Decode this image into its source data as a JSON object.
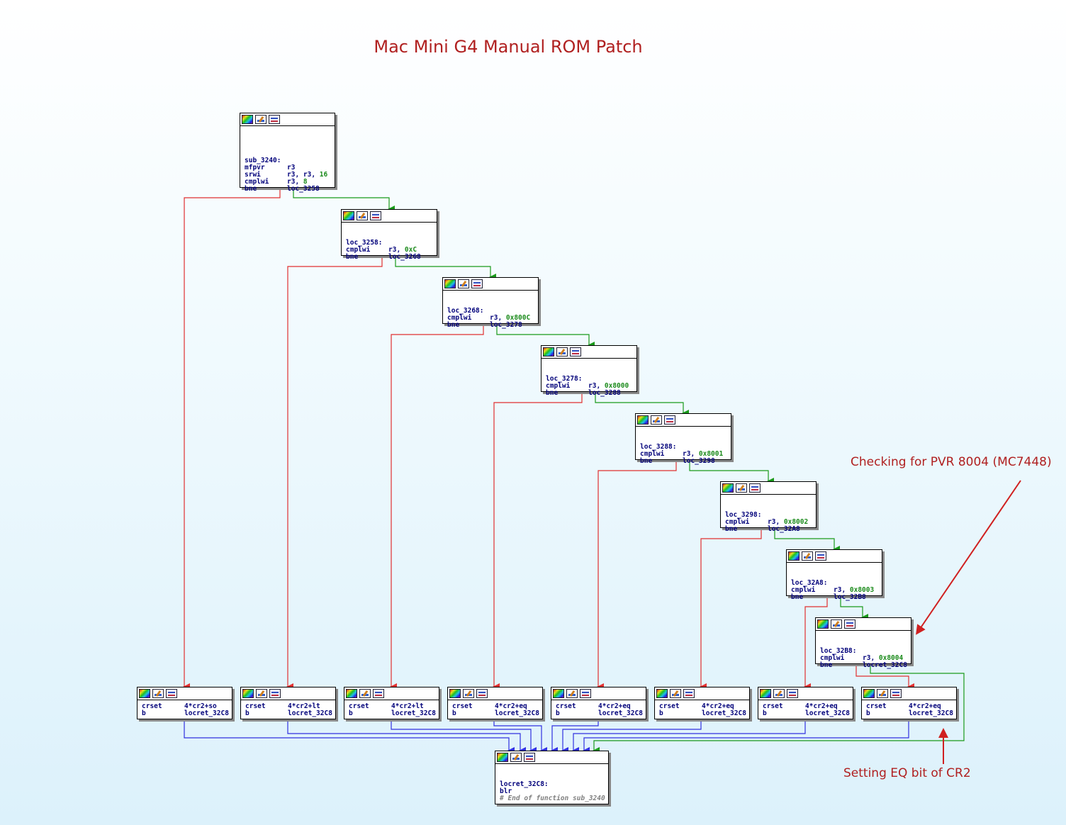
{
  "title": "Mac Mini G4 Manual ROM Patch",
  "annotations": {
    "pvr_check": "Checking for PVR 8004 (MC7448)",
    "eq_bit": "Setting EQ bit of CR2"
  },
  "colors": {
    "false_edge": "#e03030",
    "true_edge": "#1a9a1a",
    "jump_edge": "#3030e0",
    "annotation": "#b02020"
  },
  "header_icons": [
    "colors-icon",
    "edit-icon",
    "graph-overview-icon"
  ],
  "nodes": {
    "sub_3240": {
      "label": "sub_3240:",
      "lines": [
        {
          "mn": "mfpvr",
          "op": "r3",
          "num": ""
        },
        {
          "mn": "srwi",
          "op": "r3, r3, ",
          "num": "16"
        },
        {
          "mn": "cmplwi",
          "op": "r3, ",
          "num": "8"
        },
        {
          "mn": "bne",
          "op": "loc_3258",
          "num": ""
        }
      ]
    },
    "loc_3258": {
      "label": "loc_3258:",
      "lines": [
        {
          "mn": "cmplwi",
          "op": "r3, ",
          "num": "0xC"
        },
        {
          "mn": "bne",
          "op": "loc_3268",
          "num": ""
        }
      ]
    },
    "loc_3268": {
      "label": "loc_3268:",
      "lines": [
        {
          "mn": "cmplwi",
          "op": "r3, ",
          "num": "0x800C"
        },
        {
          "mn": "bne",
          "op": "loc_3278",
          "num": ""
        }
      ]
    },
    "loc_3278": {
      "label": "loc_3278:",
      "lines": [
        {
          "mn": "cmplwi",
          "op": "r3, ",
          "num": "0x8000"
        },
        {
          "mn": "bne",
          "op": "loc_3288",
          "num": ""
        }
      ]
    },
    "loc_3288": {
      "label": "loc_3288:",
      "lines": [
        {
          "mn": "cmplwi",
          "op": "r3, ",
          "num": "0x8001"
        },
        {
          "mn": "bne",
          "op": "loc_3298",
          "num": ""
        }
      ]
    },
    "loc_3298": {
      "label": "loc_3298:",
      "lines": [
        {
          "mn": "cmplwi",
          "op": "r3, ",
          "num": "0x8002"
        },
        {
          "mn": "bne",
          "op": "loc_32A8",
          "num": ""
        }
      ]
    },
    "loc_32A8": {
      "label": "loc_32A8:",
      "lines": [
        {
          "mn": "cmplwi",
          "op": "r3, ",
          "num": "0x8003"
        },
        {
          "mn": "bne",
          "op": "loc_32B8",
          "num": ""
        }
      ]
    },
    "loc_32B8": {
      "label": "loc_32B8:",
      "lines": [
        {
          "mn": "cmplwi",
          "op": "r3, ",
          "num": "0x8004"
        },
        {
          "mn": "bne",
          "op": "locret_32C8",
          "num": ""
        }
      ]
    },
    "crset_so": {
      "lines": [
        {
          "mn": "crset",
          "op": "4*cr2+so",
          "num": ""
        },
        {
          "mn": "b",
          "op": "locret_32C8",
          "num": ""
        }
      ]
    },
    "crset_lt1": {
      "lines": [
        {
          "mn": "crset",
          "op": "4*cr2+lt",
          "num": ""
        },
        {
          "mn": "b",
          "op": "locret_32C8",
          "num": ""
        }
      ]
    },
    "crset_lt2": {
      "lines": [
        {
          "mn": "crset",
          "op": "4*cr2+lt",
          "num": ""
        },
        {
          "mn": "b",
          "op": "locret_32C8",
          "num": ""
        }
      ]
    },
    "crset_eq1": {
      "lines": [
        {
          "mn": "crset",
          "op": "4*cr2+eq",
          "num": ""
        },
        {
          "mn": "b",
          "op": "locret_32C8",
          "num": ""
        }
      ]
    },
    "crset_eq2": {
      "lines": [
        {
          "mn": "crset",
          "op": "4*cr2+eq",
          "num": ""
        },
        {
          "mn": "b",
          "op": "locret_32C8",
          "num": ""
        }
      ]
    },
    "crset_eq3": {
      "lines": [
        {
          "mn": "crset",
          "op": "4*cr2+eq",
          "num": ""
        },
        {
          "mn": "b",
          "op": "locret_32C8",
          "num": ""
        }
      ]
    },
    "crset_eq4": {
      "lines": [
        {
          "mn": "crset",
          "op": "4*cr2+eq",
          "num": ""
        },
        {
          "mn": "b",
          "op": "locret_32C8",
          "num": ""
        }
      ]
    },
    "crset_eq5": {
      "lines": [
        {
          "mn": "crset",
          "op": "4*cr2+eq",
          "num": ""
        },
        {
          "mn": "b",
          "op": "locret_32C8",
          "num": ""
        }
      ]
    },
    "locret_32C8": {
      "label": "locret_32C8:",
      "lines": [
        {
          "mn": "blr",
          "op": "",
          "num": ""
        }
      ],
      "comment": "# End of function sub_3240"
    }
  }
}
